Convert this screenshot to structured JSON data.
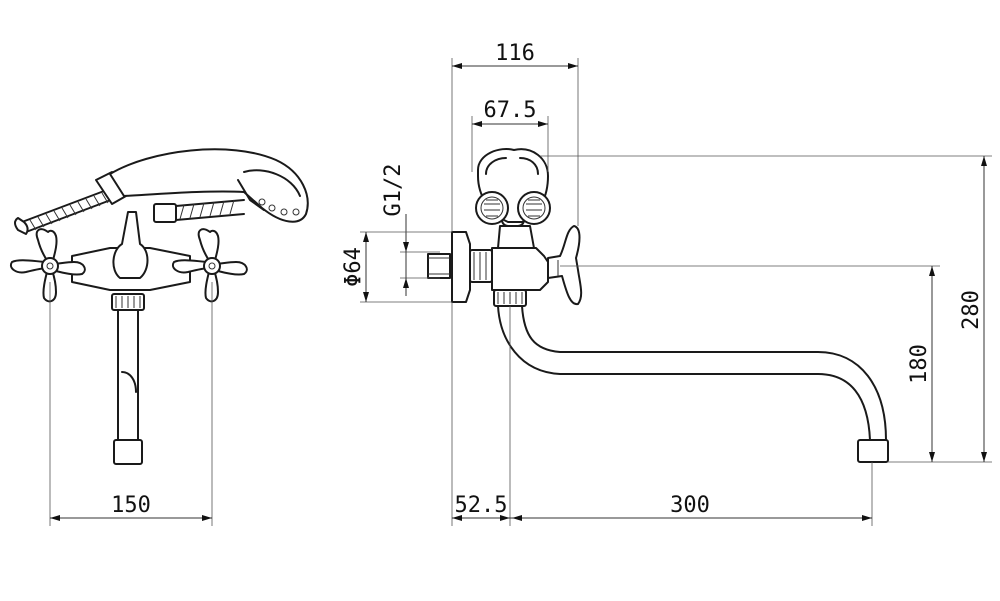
{
  "dimensions": {
    "front_width": "150",
    "side_total_depth": "116",
    "side_handle_depth": "67.5",
    "thread": "G1/2",
    "flange_diameter": "Φ64",
    "wall_offset": "52.5",
    "spout_length": "300",
    "outlet_height": "180",
    "total_height": "280"
  },
  "colors": {
    "line": "#1a1a1a",
    "background": "#ffffff"
  }
}
